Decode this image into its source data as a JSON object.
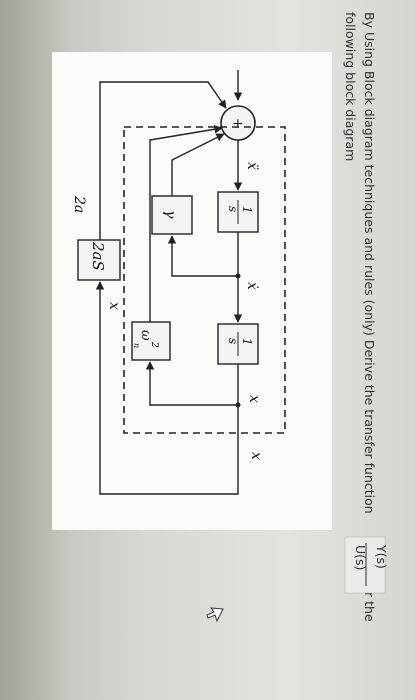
{
  "question": {
    "line1": "By Using Block diagram techniques and rules (only) Derive the transfer function",
    "line2": "following block diagram",
    "for_the": "for the",
    "tf_num": "Y(s)",
    "tf_den": "U(s)"
  },
  "diagram": {
    "summer_sign": "+",
    "integrator1": {
      "num": "1",
      "den": "s"
    },
    "integrator2": {
      "num": "1",
      "den": "s"
    },
    "gamma_block": "γ",
    "omega_block": {
      "base": "ω",
      "sup": "2",
      "sub": "n"
    },
    "two_a_s_block": "2aS",
    "two_a_label": "2a",
    "signal_xddot": "ẍ",
    "signal_xdot": "ẋ",
    "signal_x_upper": "x",
    "signal_x_lower": "x",
    "signal_x_right": "x"
  },
  "colors": {
    "panel": "#fbfbf8",
    "ink": "#222222"
  }
}
